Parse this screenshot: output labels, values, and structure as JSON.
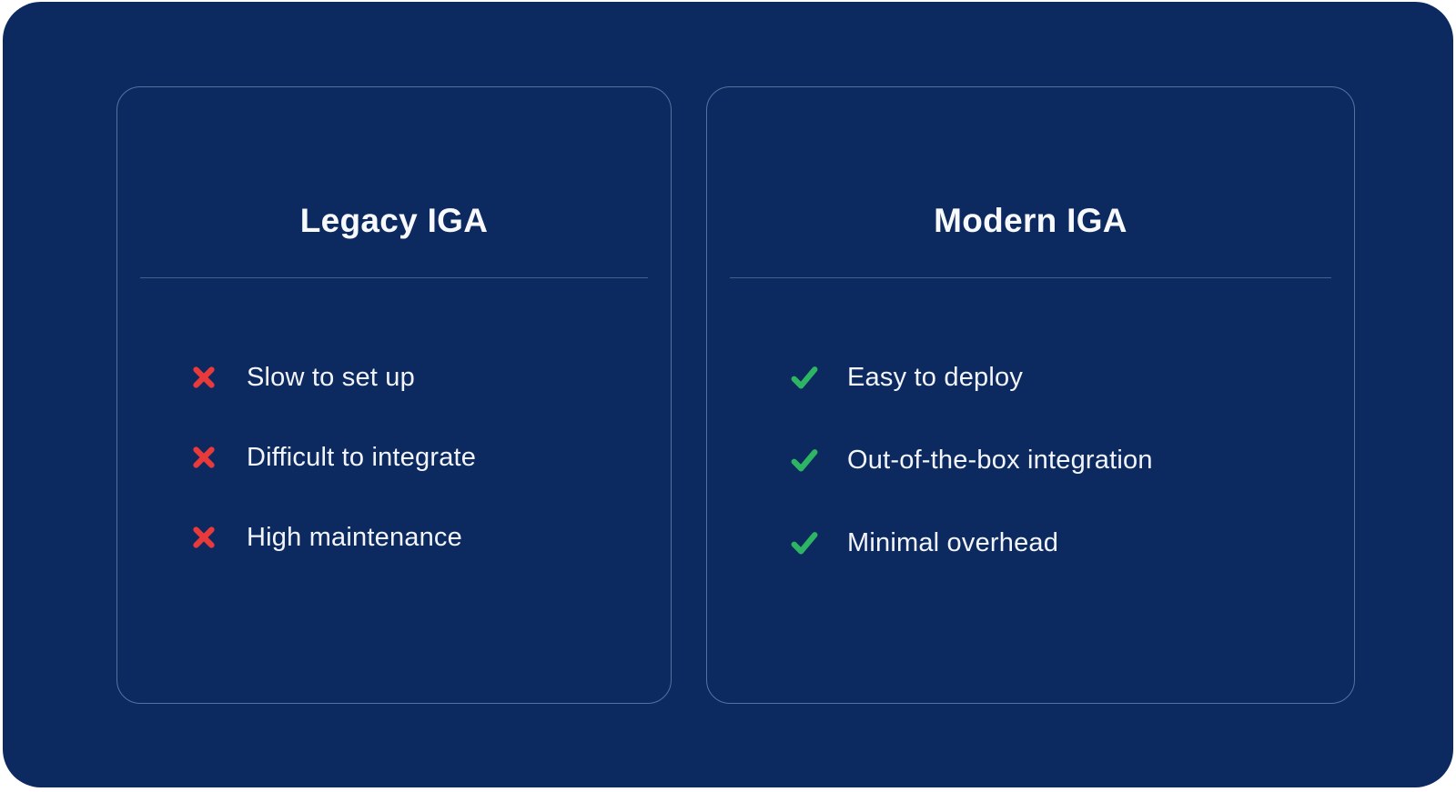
{
  "page": {
    "background_color": "#ffffff",
    "panel_color": "#0d2a60"
  },
  "colors": {
    "card_border": "#94acd6",
    "divider": "#a0b6da",
    "title_text": "#f7f9fc",
    "item_text": "#f2f5fa",
    "negative_icon": "#e8393b",
    "positive_icon": "#2eb563"
  },
  "cards": [
    {
      "title": "Legacy IGA",
      "icon": "x-icon",
      "items": [
        "Slow to set up",
        "Difficult to integrate",
        "High maintenance"
      ]
    },
    {
      "title": "Modern IGA",
      "icon": "check-icon",
      "items": [
        "Easy to deploy",
        "Out-of-the-box integration",
        "Minimal overhead"
      ]
    }
  ]
}
